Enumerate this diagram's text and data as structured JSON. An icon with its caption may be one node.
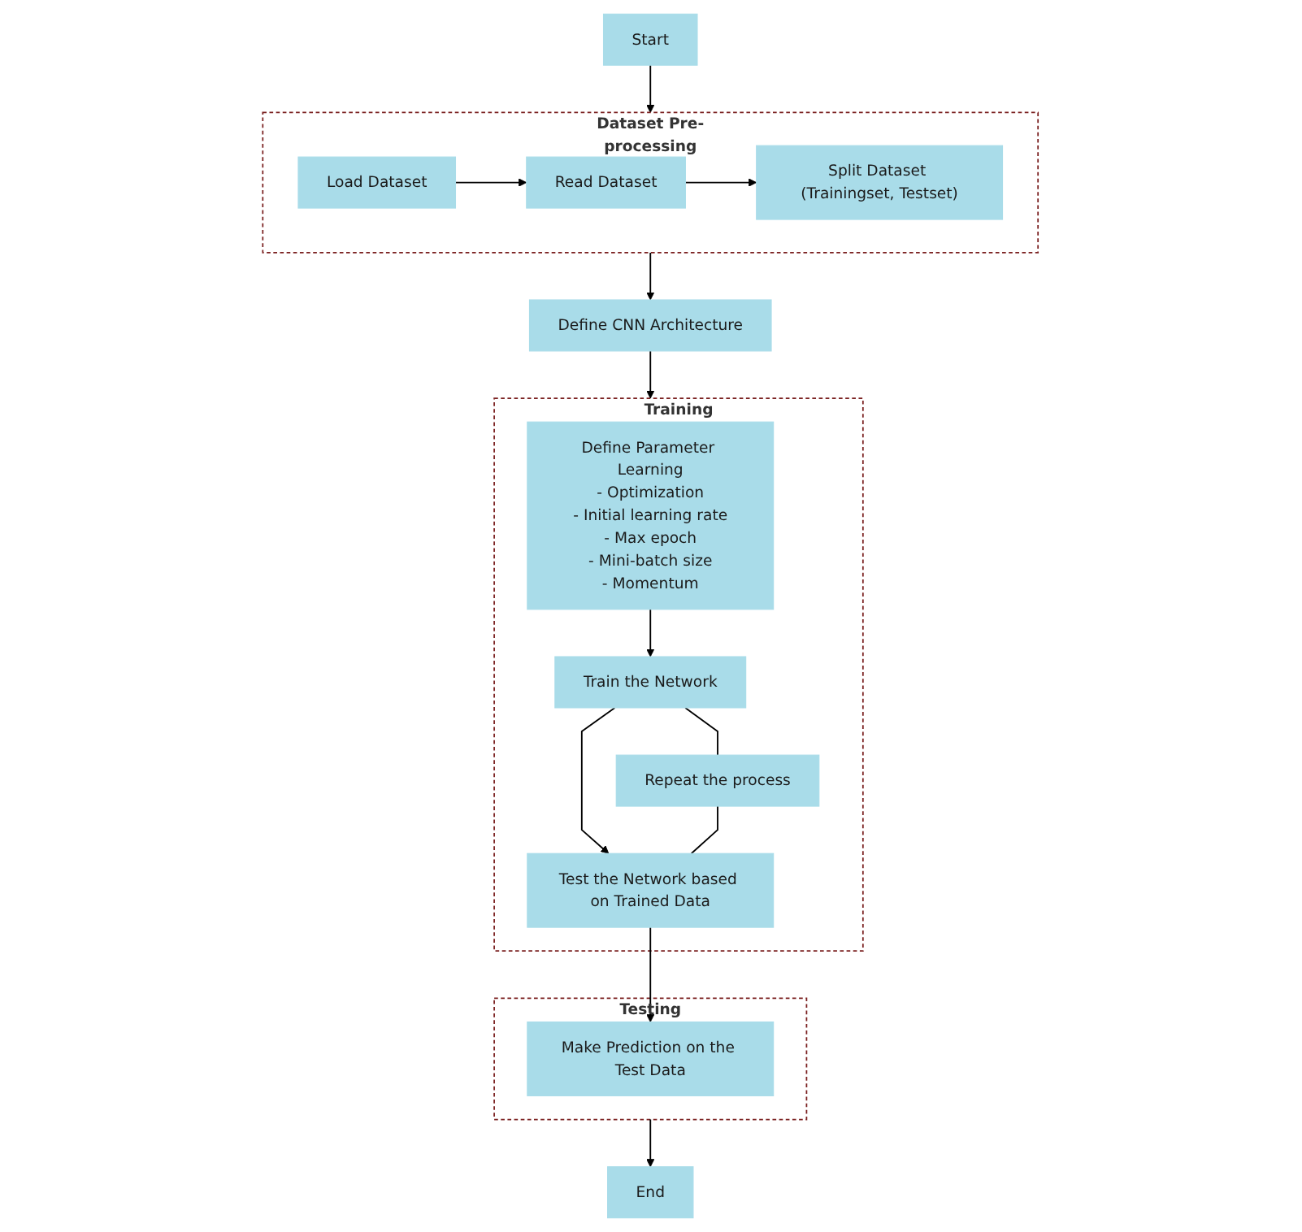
{
  "diagram": {
    "nodes": [
      {
        "text": [
          "Start"
        ]
      },
      {
        "text": [
          "Dataset Pre-processing"
        ]
      },
      {
        "text": [
          "Load Dataset"
        ],
        "in": 1
      },
      {
        "text": [
          "Read Dataset"
        ],
        "in": 1
      },
      {
        "text": [
          "Split Dataset (Trainingset, Testset)"
        ],
        "in": 1
      },
      {
        "text": [
          "Define CNN Architecture"
        ]
      },
      {
        "text": [
          "Training"
        ]
      },
      {
        "text": [
          "Define Parameter Learning",
          "- Optimization",
          "- Initial learning rate",
          "- Max epoch",
          "- Mini-batch size",
          "- Momentum"
        ],
        "in": 6
      },
      {
        "text": [
          "Train the Network"
        ],
        "in": 6
      },
      {
        "text": [
          "Repeat the process"
        ],
        "in": 6
      },
      {
        "text": [
          "Test the Network based on Trained Data"
        ],
        "in": 6
      },
      {
        "text": [
          "Testing"
        ]
      },
      {
        "text": [
          "Make Prediction on the Test Data"
        ],
        "in": 11
      },
      {
        "text": [
          "End"
        ]
      }
    ],
    "edges": [
      {
        "from": 0,
        "to": 1,
        "arrow": "to"
      },
      {
        "from": 2,
        "to": 3,
        "arrow": "to"
      },
      {
        "from": 3,
        "to": 4,
        "arrow": "to"
      },
      {
        "from": 1,
        "to": 5,
        "arrow": "to"
      },
      {
        "from": 5,
        "to": 6,
        "arrow": "to"
      },
      {
        "from": 7,
        "to": 8,
        "arrow": "to"
      },
      {
        "from": 8,
        "to": 10,
        "arrow": "to"
      },
      {
        "from": 8,
        "to": 9,
        "arrow": "none"
      },
      {
        "from": 9,
        "to": 10,
        "arrow": "none"
      },
      {
        "from": 10,
        "to": 12,
        "arrow": "to"
      },
      {
        "from": 11,
        "to": 13,
        "arrow": "to"
      }
    ]
  }
}
